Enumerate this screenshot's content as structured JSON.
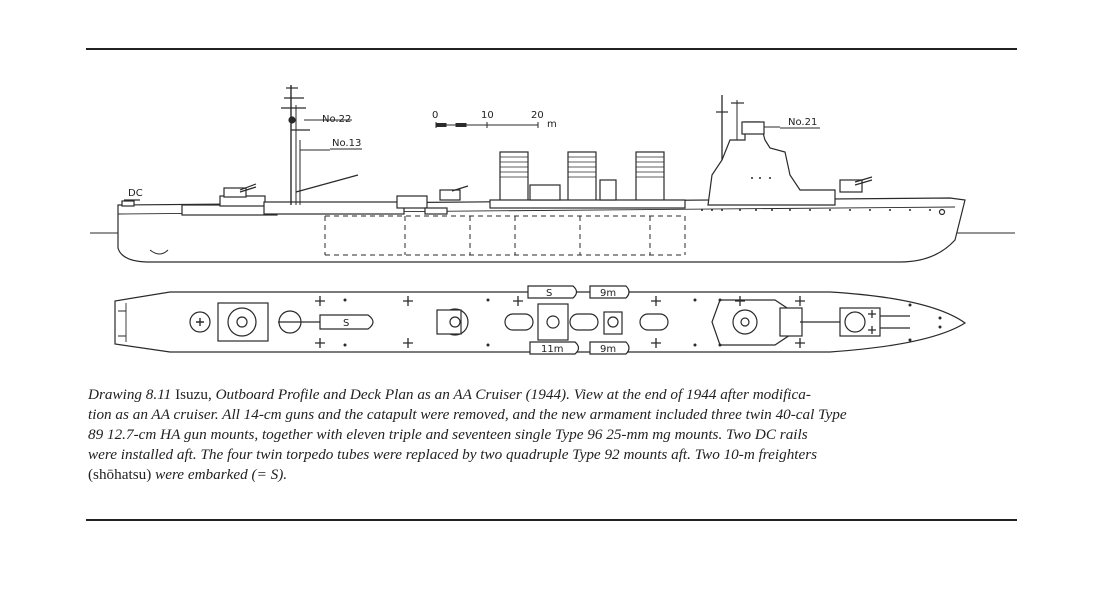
{
  "labels": {
    "no22": "No.22",
    "no13": "No.13",
    "no21": "No.21",
    "dc": "DC",
    "scale_0": "0",
    "scale_10": "10",
    "scale_20": "20",
    "scale_unit": "m",
    "boat_s1": "S",
    "boat_s2": "S",
    "boat_9m_1": "9m",
    "boat_9m_2": "9m",
    "boat_11m": "11m"
  },
  "caption": {
    "drawing_no": "Drawing 8.11",
    "ship_name": "Isuzu,",
    "body_1": "Outboard Profile and Deck Plan as an AA Cruiser (1944). View at the end of 1944 after modifica-",
    "body_2": "tion as an AA cruiser. All 14-cm guns and the catapult were removed, and the new armament included three twin 40-cal Type",
    "body_3": "89 12.7-cm HA gun mounts, together with eleven triple and seventeen single Type 96 25-mm mg mounts. Two DC rails",
    "body_4": "were installed aft. The four twin torpedo tubes were replaced by two quadruple Type 92 mounts aft. Two 10-m freighters",
    "body_5a": "(shōhatsu)",
    "body_5b": "were embarked (= S)."
  }
}
